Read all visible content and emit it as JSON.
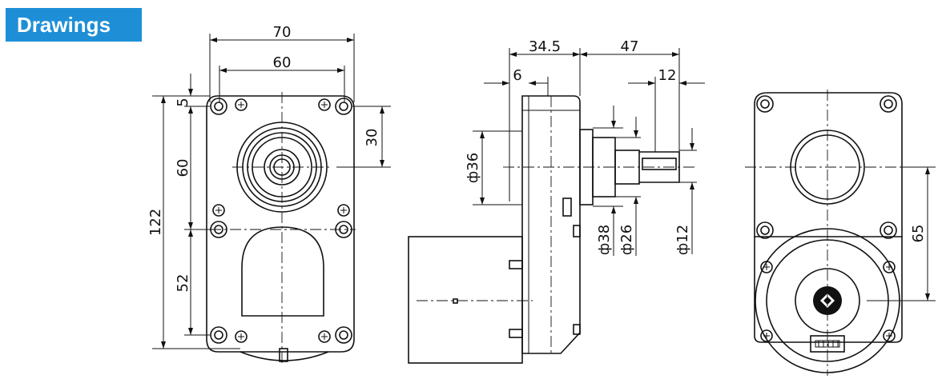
{
  "header": {
    "title": "Drawings",
    "accent": "#1e8fd6"
  },
  "front_view": {
    "dims": {
      "w70": "70",
      "w60": "60",
      "h5": "5",
      "h30": "30",
      "h60": "60",
      "h122": "122",
      "h52": "52"
    }
  },
  "side_view": {
    "dims": {
      "d345": "34.5",
      "d47": "47",
      "d6": "6",
      "d12": "12",
      "phi36": "ф36",
      "phi38": "ф38",
      "phi26": "ф26",
      "phi12": "ф12"
    }
  },
  "rear_view": {
    "dims": {
      "h65": "65"
    }
  }
}
